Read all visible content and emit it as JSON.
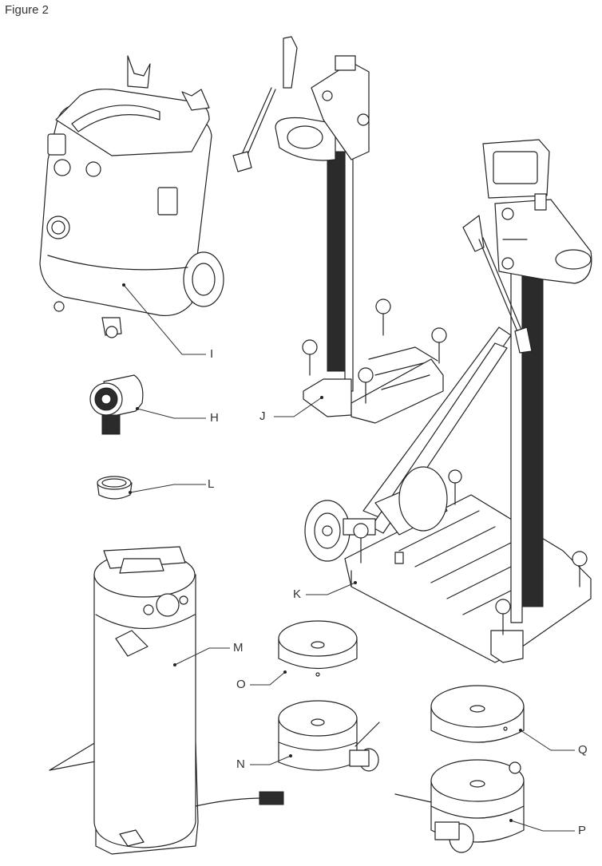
{
  "figure": {
    "title": "Figure 2"
  },
  "callouts": [
    {
      "id": "I",
      "label": "I"
    },
    {
      "id": "H",
      "label": "H"
    },
    {
      "id": "J",
      "label": "J"
    },
    {
      "id": "L",
      "label": "L"
    },
    {
      "id": "K",
      "label": "K"
    },
    {
      "id": "M",
      "label": "M"
    },
    {
      "id": "O",
      "label": "O"
    },
    {
      "id": "Q",
      "label": "Q"
    },
    {
      "id": "N",
      "label": "N"
    },
    {
      "id": "P",
      "label": "P"
    }
  ],
  "colors": {
    "line": "#222222",
    "text": "#333333",
    "background": "#ffffff"
  }
}
